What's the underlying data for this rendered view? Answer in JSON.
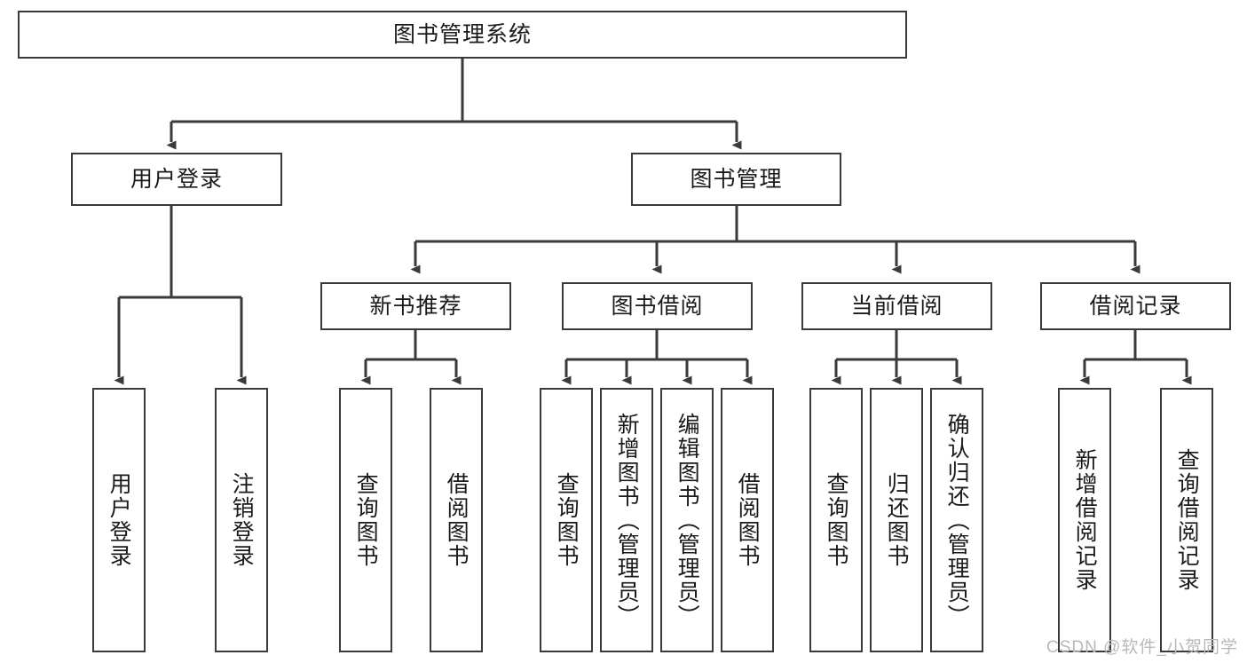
{
  "diagram": {
    "title": "图书管理系统",
    "type": "tree-hierarchy-diagram",
    "root": {
      "id": "root",
      "label": "图书管理系统"
    },
    "level1": [
      {
        "id": "user-login",
        "label": "用户登录"
      },
      {
        "id": "book-manage",
        "label": "图书管理"
      }
    ],
    "level2": [
      {
        "id": "new-book-recommend",
        "label": "新书推荐",
        "parent": "book-manage"
      },
      {
        "id": "book-borrow",
        "label": "图书借阅",
        "parent": "book-manage"
      },
      {
        "id": "current-borrow",
        "label": "当前借阅",
        "parent": "book-manage"
      },
      {
        "id": "borrow-record",
        "label": "借阅记录",
        "parent": "book-manage"
      }
    ],
    "leaves": [
      {
        "id": "leaf-user-login",
        "label": "用户登录",
        "parent": "user-login"
      },
      {
        "id": "leaf-user-logout",
        "label": "注销登录",
        "parent": "user-login"
      },
      {
        "id": "leaf-query-book-1",
        "label": "查询图书",
        "parent": "new-book-recommend"
      },
      {
        "id": "leaf-borrow-book-1",
        "label": "借阅图书",
        "parent": "new-book-recommend"
      },
      {
        "id": "leaf-query-book-2",
        "label": "查询图书",
        "parent": "book-borrow"
      },
      {
        "id": "leaf-add-book",
        "label": "新增图书（管理员）",
        "parent": "book-borrow"
      },
      {
        "id": "leaf-edit-book",
        "label": "编辑图书（管理员）",
        "parent": "book-borrow"
      },
      {
        "id": "leaf-borrow-book-2",
        "label": "借阅图书",
        "parent": "book-borrow"
      },
      {
        "id": "leaf-query-book-3",
        "label": "查询图书",
        "parent": "current-borrow"
      },
      {
        "id": "leaf-return-book",
        "label": "归还图书",
        "parent": "current-borrow"
      },
      {
        "id": "leaf-confirm-return",
        "label": "确认归还（管理员）",
        "parent": "current-borrow"
      },
      {
        "id": "leaf-add-record",
        "label": "新增借阅记录",
        "parent": "borrow-record"
      },
      {
        "id": "leaf-query-record",
        "label": "查询借阅记录",
        "parent": "borrow-record"
      }
    ],
    "watermark": "CSDN @软件_小贺同学",
    "colors": {
      "stroke": "#3a3a3a",
      "background": "#ffffff",
      "text": "#1a1a1a",
      "watermark": "#b9b9b9"
    }
  }
}
